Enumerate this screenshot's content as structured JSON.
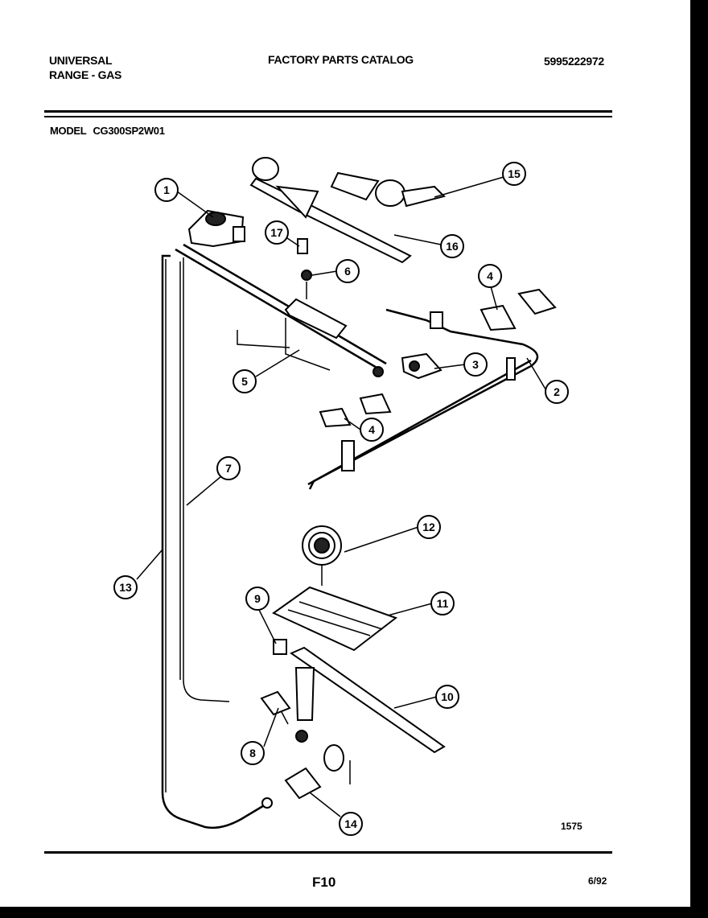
{
  "header": {
    "brand": "UNIVERSAL",
    "product": "RANGE - GAS",
    "title": "FACTORY PARTS CATALOG",
    "catalog_number": "5995222972"
  },
  "model": {
    "label": "MODEL",
    "value": "CG300SP2W01"
  },
  "callouts": [
    "1",
    "2",
    "3",
    "4",
    "4",
    "5",
    "6",
    "7",
    "8",
    "9",
    "10",
    "11",
    "12",
    "13",
    "14",
    "15",
    "16",
    "17"
  ],
  "footer": {
    "diagram_id": "1575",
    "page": "F10",
    "date": "6/92"
  }
}
